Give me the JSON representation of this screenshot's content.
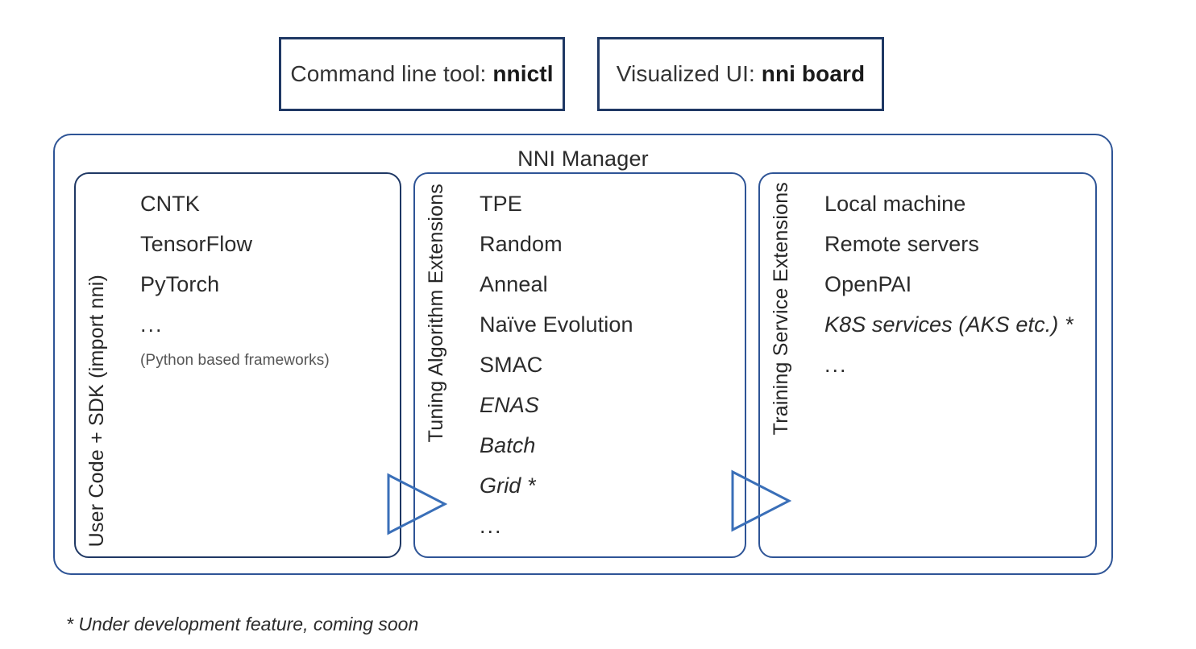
{
  "top_tools": [
    {
      "name": "command-line-tool",
      "prefix": "Command line tool: ",
      "value": "nnictl"
    },
    {
      "name": "visualized-ui",
      "prefix": "Visualized UI: ",
      "value": "nni board"
    }
  ],
  "manager": {
    "title": "NNI Manager",
    "border_color": "#2e5496"
  },
  "panels": [
    {
      "id": "user-code",
      "vlabel": "User Code + SDK (import nni)",
      "items": [
        {
          "text": "CNTK",
          "style": "normal"
        },
        {
          "text": "TensorFlow",
          "style": "normal"
        },
        {
          "text": "PyTorch",
          "style": "normal"
        },
        {
          "text": "...",
          "style": "dots"
        },
        {
          "text": "(Python based frameworks)",
          "style": "small"
        }
      ]
    },
    {
      "id": "tuning",
      "vlabel": "Tuning Algorithm Extensions",
      "items": [
        {
          "text": "TPE",
          "style": "normal"
        },
        {
          "text": "Random",
          "style": "normal"
        },
        {
          "text": "Anneal",
          "style": "normal"
        },
        {
          "text": "Naïve Evolution",
          "style": "normal"
        },
        {
          "text": "SMAC",
          "style": "normal"
        },
        {
          "text": "ENAS",
          "style": "italic"
        },
        {
          "text": "Batch",
          "style": "italic"
        },
        {
          "text": "Grid *",
          "style": "italic"
        },
        {
          "text": "...",
          "style": "dots"
        }
      ]
    },
    {
      "id": "training",
      "vlabel": "Training Service Extensions",
      "items": [
        {
          "text": "Local machine",
          "style": "normal"
        },
        {
          "text": "Remote servers",
          "style": "normal"
        },
        {
          "text": "OpenPAI",
          "style": "normal"
        },
        {
          "text": "K8S services (AKS etc.) *",
          "style": "italic"
        },
        {
          "text": "...",
          "style": "dots"
        }
      ]
    }
  ],
  "arrows": [
    {
      "name": "flow-arrow-user-code-to-tuning",
      "color": "#3a6fb8"
    },
    {
      "name": "flow-arrow-tuning-to-training",
      "color": "#3a6fb8"
    }
  ],
  "footnote": "* Under development feature, coming soon"
}
